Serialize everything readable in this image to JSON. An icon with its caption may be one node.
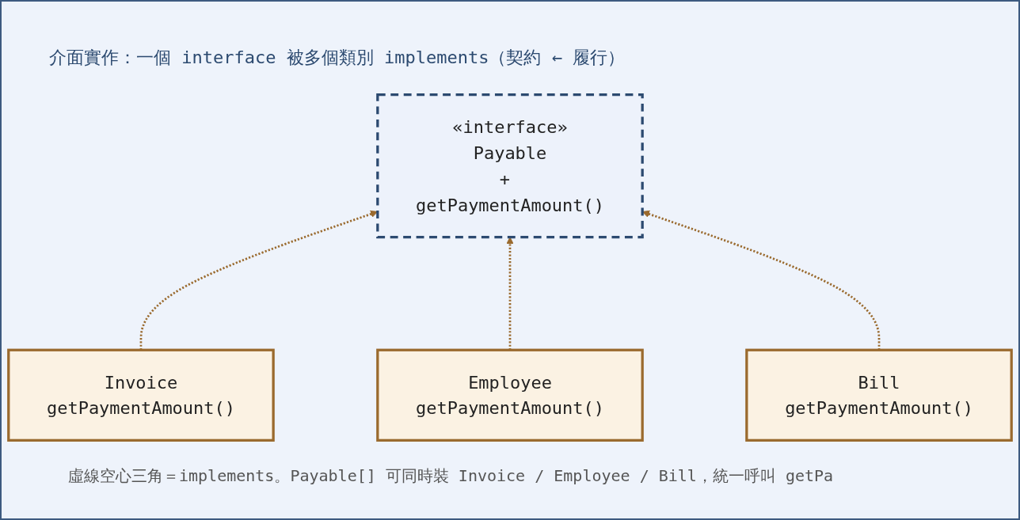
{
  "diagram": {
    "title": "介面實作：一個 interface 被多個類別 implements（契約 ← 履行）",
    "nodes": [
      {
        "text": [
          "«interface»",
          "Payable",
          "+ getPaymentAmount()"
        ]
      },
      {
        "text": [
          "Invoice",
          "getPaymentAmount()"
        ]
      },
      {
        "text": [
          "Employee",
          "getPaymentAmount()"
        ]
      },
      {
        "text": [
          "Bill",
          "getPaymentAmount()"
        ]
      }
    ],
    "edges": [
      {
        "from": 1,
        "to": 0,
        "arrow": "to",
        "style": "dashed"
      },
      {
        "from": 2,
        "to": 0,
        "arrow": "to",
        "style": "dashed"
      },
      {
        "from": 3,
        "to": 0,
        "arrow": "to",
        "style": "dashed"
      }
    ],
    "labels": [
      "虛線空心三角＝implements。Payable[] 可同時裝 Invoice / Employee / Bill，統一呼叫 getPa"
    ]
  }
}
